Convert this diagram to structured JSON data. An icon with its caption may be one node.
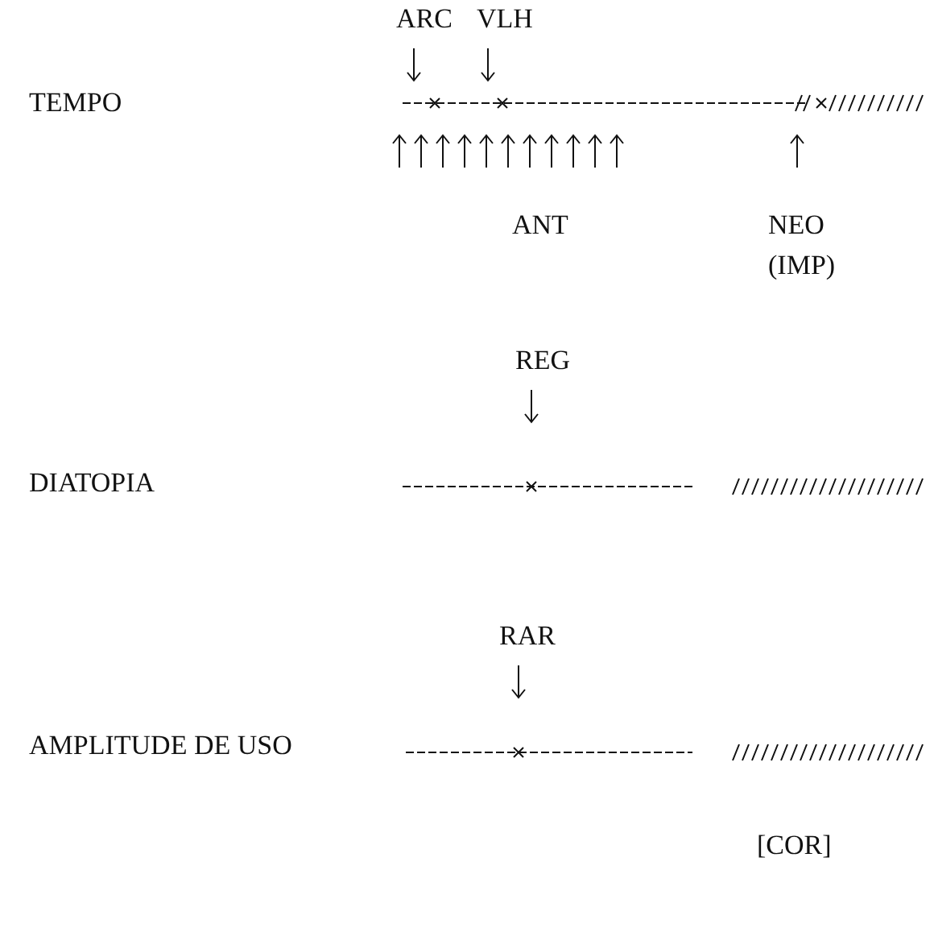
{
  "diagram": {
    "labels": [
      "ARC",
      "VLH",
      "TEMPO",
      "ANT",
      "NEO",
      "(IMP)",
      "REG",
      "DIATOPIA",
      "RAR",
      "AMPLITUDE DE USO",
      "[COR]"
    ]
  }
}
